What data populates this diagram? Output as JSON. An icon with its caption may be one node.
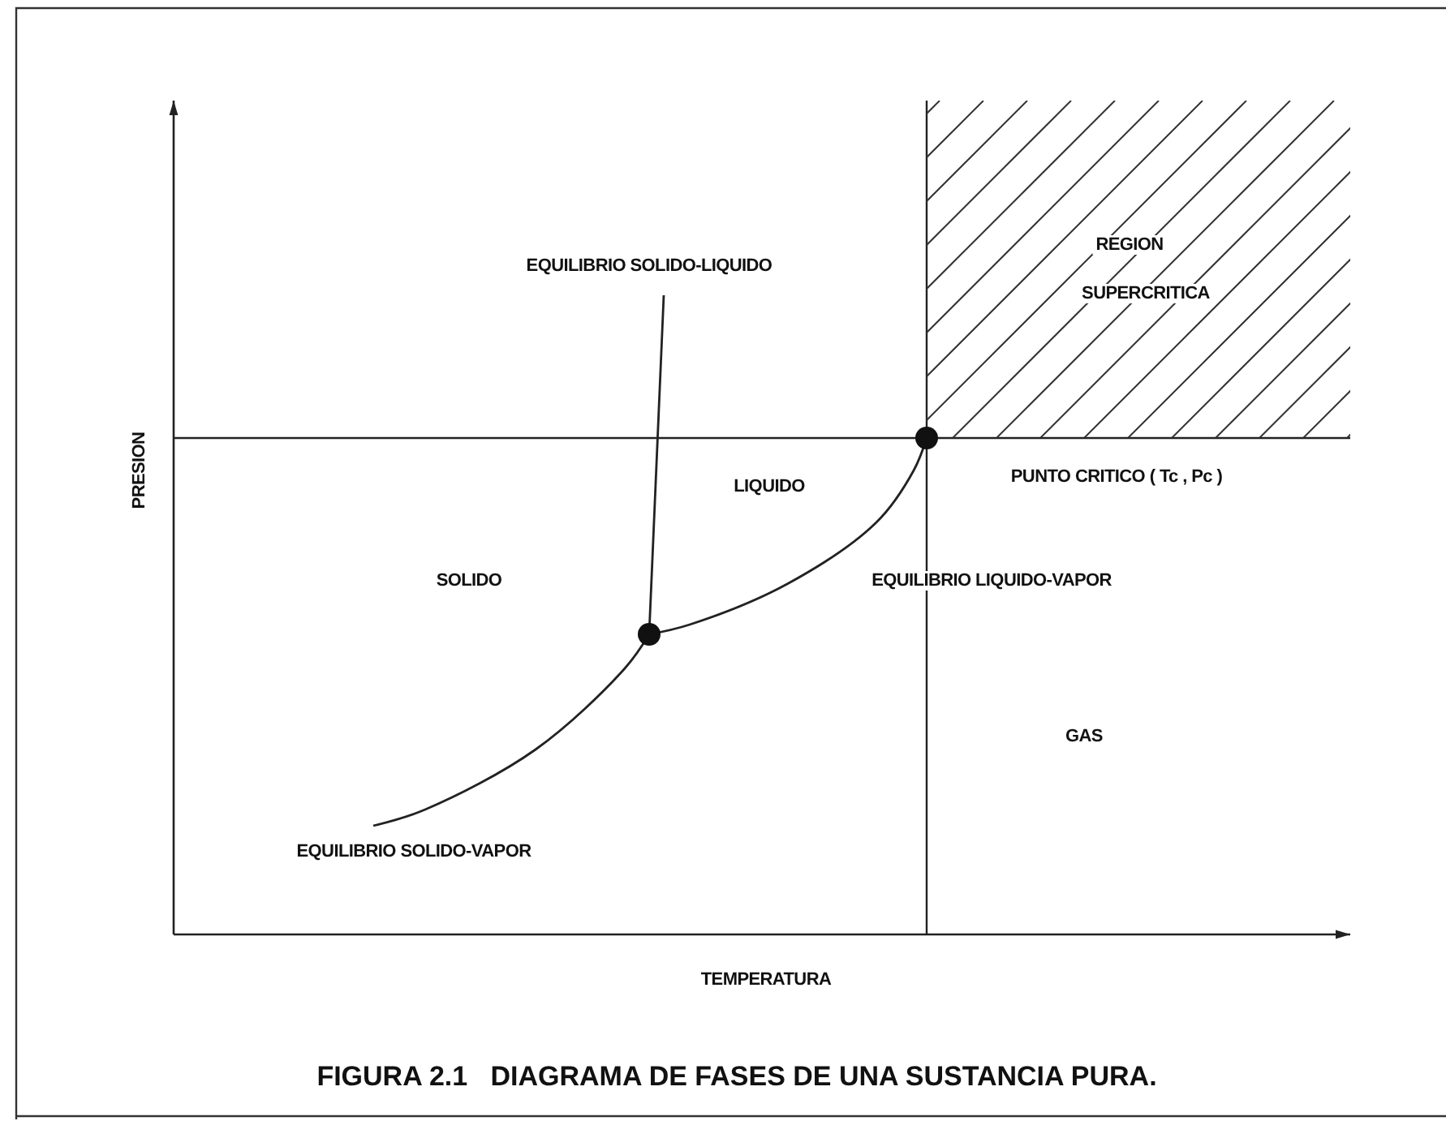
{
  "diagram": {
    "caption": "FIGURA 2.1   DIAGRAMA DE FASES DE UNA SUSTANCIA PURA.",
    "labels": [
      "REGION",
      "SUPERCRITICA",
      "EQUILIBRIO SOLIDO-LIQUIDO",
      "LIQUIDO",
      "PUNTO CRITICO ( Tc , Pc )",
      "PRESION",
      "SOLIDO",
      "EQUILIBRIO LIQUIDO-VAPOR",
      "GAS",
      "EQUILIBRIO SOLIDO-VAPOR",
      "TEMPERATURA"
    ]
  }
}
